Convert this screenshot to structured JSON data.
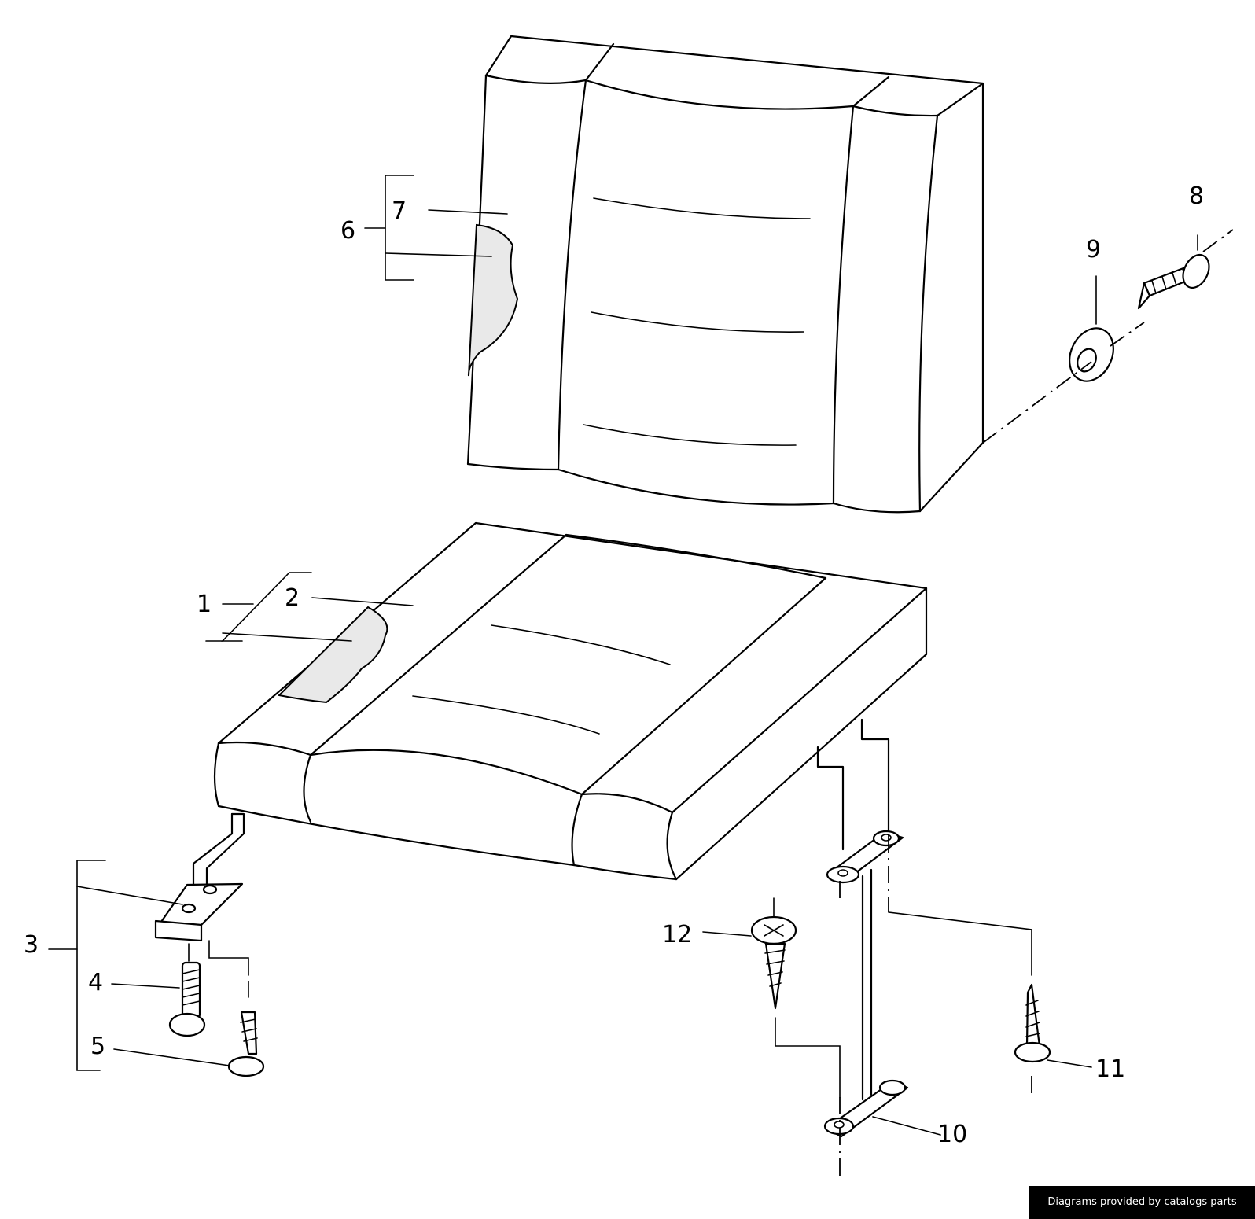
{
  "callouts": {
    "c1": "1",
    "c2": "2",
    "c3": "3",
    "c4": "4",
    "c5": "5",
    "c6": "6",
    "c7": "7",
    "c8": "8",
    "c9": "9",
    "c10": "10",
    "c11": "11",
    "c12": "12"
  },
  "credit": "Diagrams provided by catalogs parts"
}
